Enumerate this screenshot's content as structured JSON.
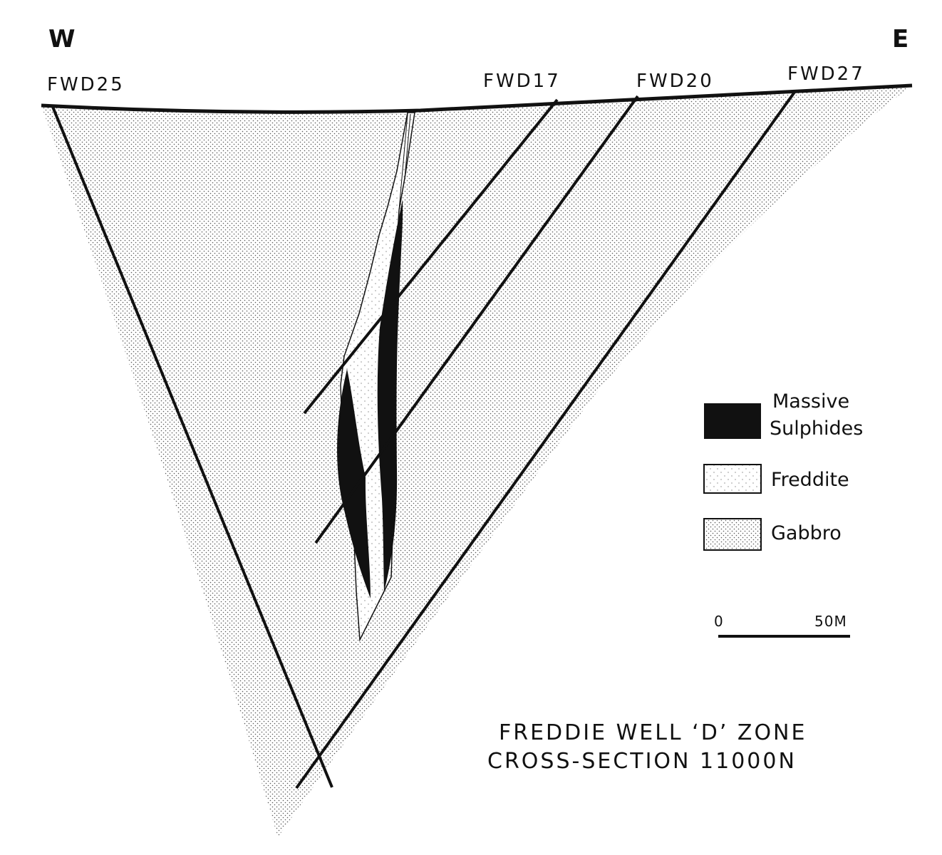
{
  "compass": {
    "west": "W",
    "east": "E"
  },
  "drillholes": [
    "FWD25",
    "FWD17",
    "FWD20",
    "FWD27"
  ],
  "legend": [
    {
      "line1": "Massive",
      "line2": "Sulphides",
      "fill": "#111111"
    },
    {
      "line1": "Freddite",
      "line2": "",
      "fill": "freddite-pattern"
    },
    {
      "line1": "Gabbro",
      "line2": "",
      "fill": "gabbro-pattern"
    }
  ],
  "scale_bar": {
    "start": "0",
    "end": "50M"
  },
  "title": {
    "line1": "FREDDIE WELL ‘D’ ZONE",
    "line2": "CROSS-SECTION 11000N"
  },
  "colors": {
    "ink": "#111111",
    "gabbro_dot": "#555555",
    "paper": "#ffffff"
  }
}
